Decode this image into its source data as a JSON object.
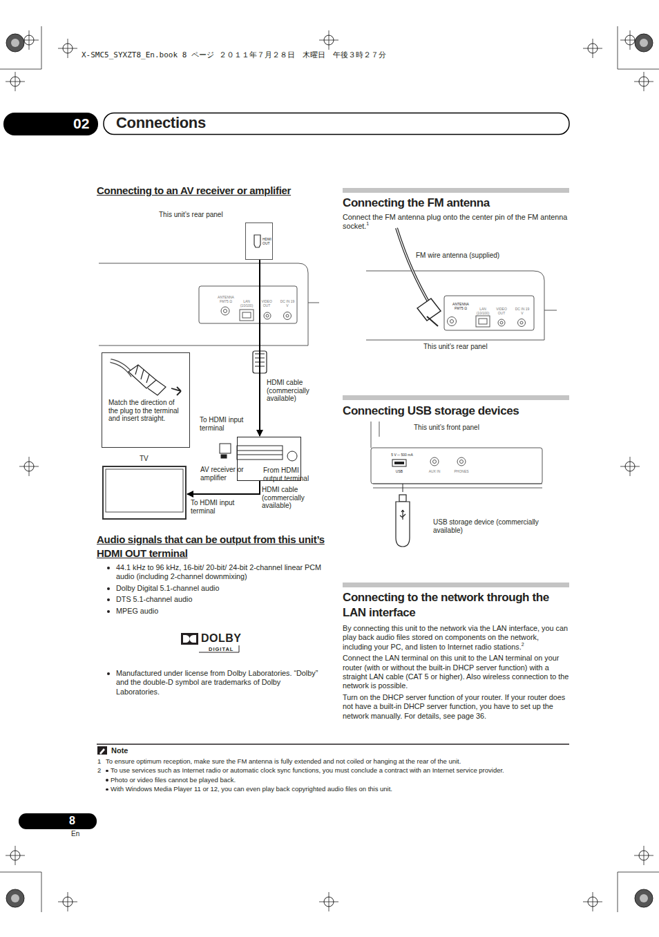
{
  "diagram": {
    "title": "Connections",
    "nodes": [
      {
        "text": [
          "HDMI OUT"
        ]
      },
      {
        "text": [
          "AV receiver or amplifier"
        ]
      },
      {
        "text": [
          "TV"
        ]
      },
      {
        "text": [
          "Match the direction of the plug to the terminal and insert straight."
        ]
      }
    ],
    "edges": [
      {
        "from": 0,
        "to": 1,
        "arrow": "to",
        "label": "HDMI cable (commercially available)"
      },
      {
        "from": 1,
        "to": 2,
        "arrow": "to",
        "label": "HDMI cable (commercially available)"
      }
    ],
    "labels": [
      "02",
      "Connecting to an AV receiver or amplifier",
      "This unit’s rear panel",
      "ANTENNA FM75 Ω",
      "LAN (10/100)",
      "VIDEO OUT",
      "DC IN 19 V",
      "To HDMI input terminal",
      "From HDMI output terminal",
      "To HDMI input terminal",
      "Audio signals that can be output from this unit’s HDMI OUT terminal",
      "44.1 kHz to 96 kHz, 16-bit/ 20-bit/ 24-bit 2-channel linear PCM audio (including 2-channel downmixing)",
      "Dolby Digital 5.1-channel audio",
      "DTS 5.1-channel audio",
      "MPEG audio",
      "DOLBY",
      "DIGITAL",
      "Manufactured under license from Dolby Laboratories. “Dolby” and the double-D symbol are trademarks of Dolby Laboratories.",
      "Connecting the FM antenna",
      "Connect the FM antenna plug onto the center pin of the FM antenna socket.",
      "1",
      "FM wire antenna (supplied)",
      "ANTENNA FM75 Ω",
      "LAN (10/100)",
      "VIDEO OUT",
      "DC IN 19 V",
      "This unit’s rear panel",
      "Connecting USB storage devices",
      "This unit’s front panel",
      "5 V ⎓ 500 mA",
      "USB",
      "AUX IN",
      "PHONES",
      "USB storage device (commercially available)",
      "Connecting to the network through the LAN interface",
      "By connecting this unit to the network via the LAN interface, you can play back audio files stored on components on the network, including your PC, and listen to Internet radio stations.",
      "2",
      "Connect the LAN terminal on this unit to the LAN terminal on your router (with or without the built-in DHCP server function) with a straight LAN cable (CAT 5 or higher). Also wireless connection to the network is possible.",
      "Turn on the DHCP server function of your router. If your router does not have a built-in DHCP server function, you have to set up the network manually. For details, see page 36.",
      "Note",
      "1",
      "To ensure optimum reception, make sure the FM antenna is fully extended and not coiled or hanging at the rear of the unit.",
      "2",
      "To use services such as Internet radio or automatic clock sync functions, you must conclude a contract with an Internet service provider.",
      "Photo or video files cannot be played back.",
      "With Windows Media Player 11 or 12, you can even play back copyrighted audio files on this unit.",
      "8",
      "En",
      "X-SMC5_SYXZT8_En.book  8 ページ  ２０１１年７月２８日　木曜日　午後３時２７分"
    ]
  }
}
